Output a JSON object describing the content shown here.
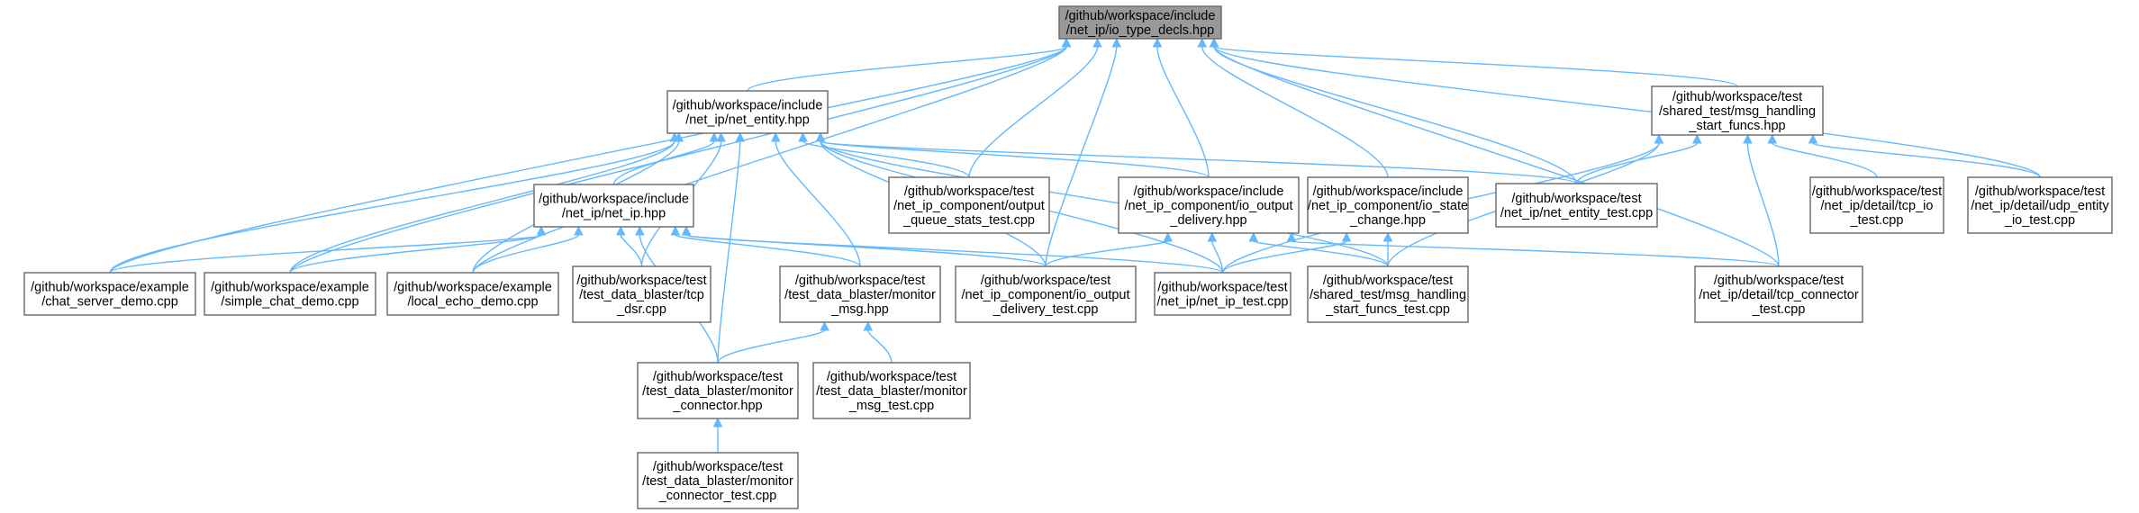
{
  "nodes": [
    {
      "id": "io_type_decls",
      "lines": [
        "/github/workspace/include",
        "/net_ip/io_type_decls.hpp"
      ],
      "root": true
    },
    {
      "id": "net_entity_hpp",
      "lines": [
        "/github/workspace/include",
        "/net_ip/net_entity.hpp"
      ]
    },
    {
      "id": "msg_handling_start_funcs",
      "lines": [
        "/github/workspace/test",
        "/shared_test/msg_handling",
        "_start_funcs.hpp"
      ]
    },
    {
      "id": "net_ip_hpp",
      "lines": [
        "/github/workspace/include",
        "/net_ip/net_ip.hpp"
      ]
    },
    {
      "id": "output_queue_stats_test",
      "lines": [
        "/github/workspace/test",
        "/net_ip_component/output",
        "_queue_stats_test.cpp"
      ]
    },
    {
      "id": "io_output_delivery_hpp",
      "lines": [
        "/github/workspace/include",
        "/net_ip_component/io_output",
        "_delivery.hpp"
      ]
    },
    {
      "id": "io_state_change_hpp",
      "lines": [
        "/github/workspace/include",
        "/net_ip_component/io_state",
        "_change.hpp"
      ]
    },
    {
      "id": "net_entity_test",
      "lines": [
        "/github/workspace/test",
        "/net_ip/net_entity_test.cpp"
      ]
    },
    {
      "id": "tcp_io_test",
      "lines": [
        "/github/workspace/test",
        "/net_ip/detail/tcp_io",
        "_test.cpp"
      ]
    },
    {
      "id": "udp_entity_io_test",
      "lines": [
        "/github/workspace/test",
        "/net_ip/detail/udp_entity",
        "_io_test.cpp"
      ]
    },
    {
      "id": "chat_server_demo",
      "lines": [
        "/github/workspace/example",
        "/chat_server_demo.cpp"
      ]
    },
    {
      "id": "simple_chat_demo",
      "lines": [
        "/github/workspace/example",
        "/simple_chat_demo.cpp"
      ]
    },
    {
      "id": "local_echo_demo",
      "lines": [
        "/github/workspace/example",
        "/local_echo_demo.cpp"
      ]
    },
    {
      "id": "tcp_dsr",
      "lines": [
        "/github/workspace/test",
        "/test_data_blaster/tcp",
        "_dsr.cpp"
      ]
    },
    {
      "id": "monitor_msg_hpp",
      "lines": [
        "/github/workspace/test",
        "/test_data_blaster/monitor",
        "_msg.hpp"
      ]
    },
    {
      "id": "io_output_delivery_test",
      "lines": [
        "/github/workspace/test",
        "/net_ip_component/io_output",
        "_delivery_test.cpp"
      ]
    },
    {
      "id": "net_ip_test",
      "lines": [
        "/github/workspace/test",
        "/net_ip/net_ip_test.cpp"
      ]
    },
    {
      "id": "msg_handling_start_funcs_test",
      "lines": [
        "/github/workspace/test",
        "/shared_test/msg_handling",
        "_start_funcs_test.cpp"
      ]
    },
    {
      "id": "tcp_connector_test",
      "lines": [
        "/github/workspace/test",
        "/net_ip/detail/tcp_connector",
        "_test.cpp"
      ]
    },
    {
      "id": "monitor_connector_hpp",
      "lines": [
        "/github/workspace/test",
        "/test_data_blaster/monitor",
        "_connector.hpp"
      ]
    },
    {
      "id": "monitor_msg_test",
      "lines": [
        "/github/workspace/test",
        "/test_data_blaster/monitor",
        "_msg_test.cpp"
      ]
    },
    {
      "id": "monitor_connector_test",
      "lines": [
        "/github/workspace/test",
        "/test_data_blaster/monitor",
        "_connector_test.cpp"
      ]
    }
  ],
  "edges": [
    {
      "from": "net_entity_hpp",
      "to": "io_type_decls"
    },
    {
      "from": "msg_handling_start_funcs",
      "to": "io_type_decls"
    },
    {
      "from": "output_queue_stats_test",
      "to": "io_type_decls"
    },
    {
      "from": "io_output_delivery_hpp",
      "to": "io_type_decls"
    },
    {
      "from": "io_state_change_hpp",
      "to": "io_type_decls"
    },
    {
      "from": "net_entity_test",
      "to": "io_type_decls"
    },
    {
      "from": "udp_entity_io_test",
      "to": "io_type_decls"
    },
    {
      "from": "chat_server_demo",
      "to": "io_type_decls"
    },
    {
      "from": "simple_chat_demo",
      "to": "io_type_decls"
    },
    {
      "from": "local_echo_demo",
      "to": "io_type_decls"
    },
    {
      "from": "io_output_delivery_test",
      "to": "io_type_decls"
    },
    {
      "from": "tcp_connector_test",
      "to": "io_type_decls"
    },
    {
      "from": "net_ip_hpp",
      "to": "net_entity_hpp"
    },
    {
      "from": "output_queue_stats_test",
      "to": "net_entity_hpp"
    },
    {
      "from": "io_output_delivery_hpp",
      "to": "net_entity_hpp"
    },
    {
      "from": "net_entity_test",
      "to": "net_entity_hpp"
    },
    {
      "from": "chat_server_demo",
      "to": "net_entity_hpp"
    },
    {
      "from": "simple_chat_demo",
      "to": "net_entity_hpp"
    },
    {
      "from": "local_echo_demo",
      "to": "net_entity_hpp"
    },
    {
      "from": "tcp_dsr",
      "to": "net_entity_hpp"
    },
    {
      "from": "monitor_msg_hpp",
      "to": "net_entity_hpp"
    },
    {
      "from": "io_output_delivery_test",
      "to": "net_entity_hpp"
    },
    {
      "from": "net_ip_test",
      "to": "net_entity_hpp"
    },
    {
      "from": "msg_handling_start_funcs_test",
      "to": "net_entity_hpp"
    },
    {
      "from": "monitor_connector_hpp",
      "to": "net_entity_hpp"
    },
    {
      "from": "net_entity_test",
      "to": "msg_handling_start_funcs"
    },
    {
      "from": "tcp_io_test",
      "to": "msg_handling_start_funcs"
    },
    {
      "from": "udp_entity_io_test",
      "to": "msg_handling_start_funcs"
    },
    {
      "from": "net_ip_test",
      "to": "msg_handling_start_funcs"
    },
    {
      "from": "msg_handling_start_funcs_test",
      "to": "msg_handling_start_funcs"
    },
    {
      "from": "tcp_connector_test",
      "to": "msg_handling_start_funcs"
    },
    {
      "from": "chat_server_demo",
      "to": "net_ip_hpp"
    },
    {
      "from": "simple_chat_demo",
      "to": "net_ip_hpp"
    },
    {
      "from": "local_echo_demo",
      "to": "net_ip_hpp"
    },
    {
      "from": "tcp_dsr",
      "to": "net_ip_hpp"
    },
    {
      "from": "monitor_msg_hpp",
      "to": "net_ip_hpp"
    },
    {
      "from": "io_output_delivery_test",
      "to": "net_ip_hpp"
    },
    {
      "from": "net_ip_test",
      "to": "net_ip_hpp"
    },
    {
      "from": "monitor_connector_hpp",
      "to": "net_ip_hpp"
    },
    {
      "from": "io_output_delivery_test",
      "to": "io_output_delivery_hpp"
    },
    {
      "from": "net_ip_test",
      "to": "io_output_delivery_hpp"
    },
    {
      "from": "msg_handling_start_funcs_test",
      "to": "io_output_delivery_hpp"
    },
    {
      "from": "tcp_connector_test",
      "to": "io_output_delivery_hpp"
    },
    {
      "from": "net_ip_test",
      "to": "io_state_change_hpp"
    },
    {
      "from": "msg_handling_start_funcs_test",
      "to": "io_state_change_hpp"
    },
    {
      "from": "monitor_connector_hpp",
      "to": "monitor_msg_hpp"
    },
    {
      "from": "monitor_msg_test",
      "to": "monitor_msg_hpp"
    },
    {
      "from": "monitor_connector_test",
      "to": "monitor_connector_hpp"
    }
  ]
}
